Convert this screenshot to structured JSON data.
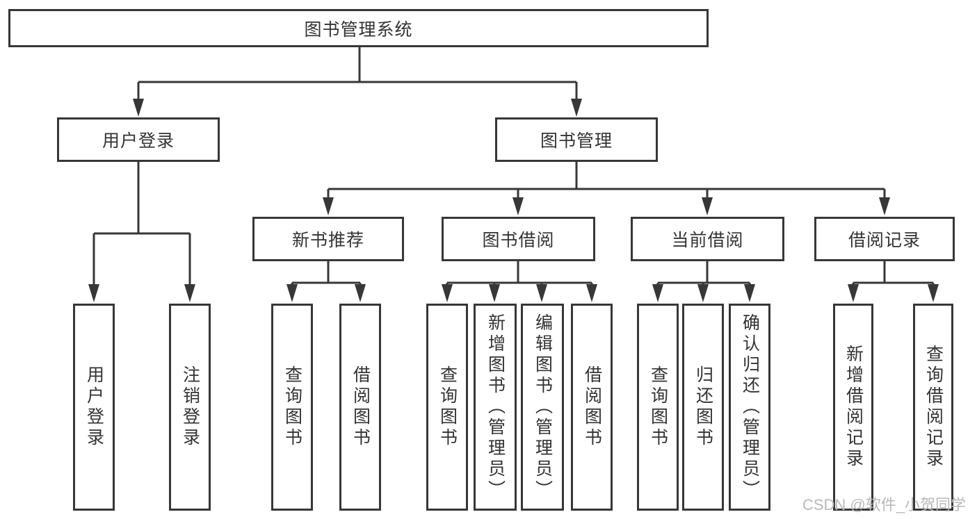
{
  "nodes": {
    "root": "图书管理系统",
    "level2": [
      "用户登录",
      "图书管理"
    ],
    "level3": [
      "新书推荐",
      "图书借阅",
      "当前借阅",
      "借阅记录"
    ],
    "leaves": {
      "user_login": [
        "用户登录",
        "注销登录"
      ],
      "new_book": [
        "查询图书",
        "借阅图书"
      ],
      "book_borrow": [
        "查询图书",
        "新增图书（管理员）",
        "编辑图书（管理员）",
        "借阅图书"
      ],
      "current_borrow": [
        "查询图书",
        "归还图书",
        "确认归还（管理员）"
      ],
      "borrow_record": [
        "新增借阅记录",
        "查询借阅记录"
      ]
    }
  },
  "watermark": "CSDN @软件_小贺同学",
  "colors": {
    "line": "#373737",
    "text": "#333333",
    "watermark": "#b9b9b9",
    "box_background": "#ffffff"
  }
}
